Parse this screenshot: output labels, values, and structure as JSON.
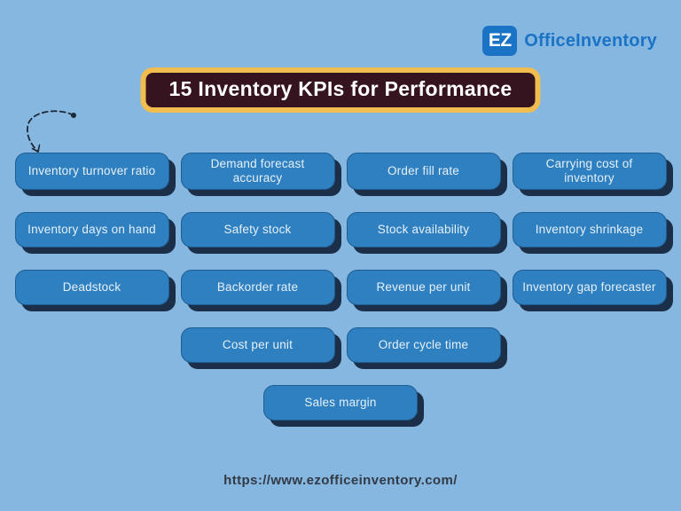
{
  "logo": {
    "badge": "EZ",
    "name": "OfficeInventory"
  },
  "title": {
    "text": "15 Inventory KPIs for Performance"
  },
  "kpis": {
    "rows": [
      [
        "Inventory turnover ratio",
        "Demand forecast accuracy",
        "Order fill rate",
        "Carrying cost of inventory"
      ],
      [
        "Inventory days on hand",
        "Safety stock",
        "Stock availability",
        "Inventory shrinkage"
      ],
      [
        "Deadstock",
        "Backorder rate",
        "Revenue per unit",
        "Inventory gap forecaster"
      ],
      [
        "Cost per unit",
        "Order cycle time"
      ],
      [
        "Sales margin"
      ]
    ]
  },
  "footer": {
    "url": "https://www.ezofficeinventory.com/"
  },
  "colors": {
    "background": "#85b7e1",
    "button": "#2e80c0",
    "button_shadow": "#1b3048",
    "title_bg": "#36141f",
    "title_border": "#f2bd4f",
    "brand_blue": "#1a73c5",
    "footer_ink": "#323a45"
  }
}
